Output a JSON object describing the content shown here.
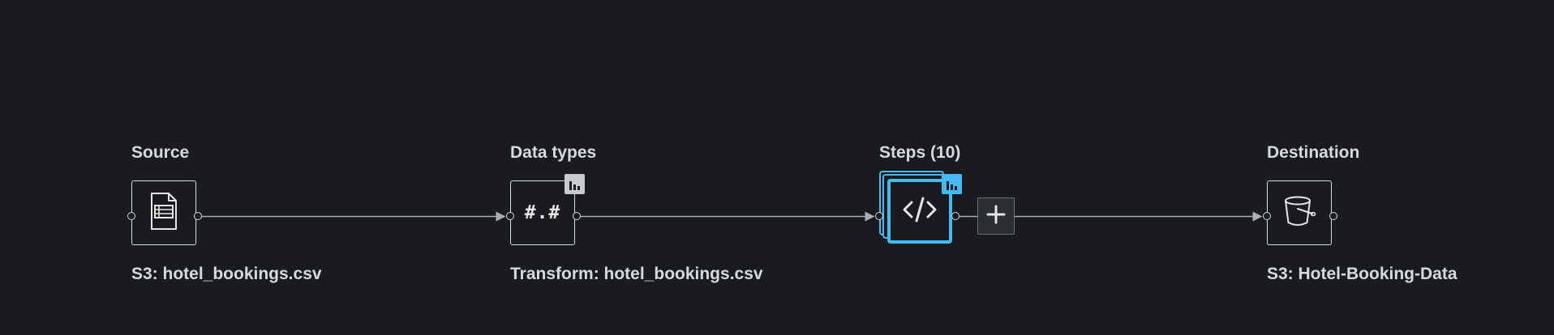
{
  "nodes": {
    "source": {
      "title": "Source",
      "subtitle": "S3: hotel_bookings.csv",
      "icon": "csv-file-icon"
    },
    "data_types": {
      "title": "Data types",
      "subtitle": "Transform: hotel_bookings.csv",
      "icon_text": "#.#",
      "badge_icon": "data-insights-icon"
    },
    "steps": {
      "title": "Steps (10)",
      "icon": "code-icon",
      "badge_icon": "data-insights-icon"
    },
    "destination": {
      "title": "Destination",
      "subtitle": "S3: Hotel-Booking-Data",
      "icon": "s3-bucket-icon"
    }
  },
  "add_step_button": {
    "icon": "plus-icon"
  },
  "colors": {
    "background": "#1a1b1f",
    "stroke": "#d5dbdb",
    "accent": "#44b9f4",
    "button_bg": "#2a2e33"
  }
}
